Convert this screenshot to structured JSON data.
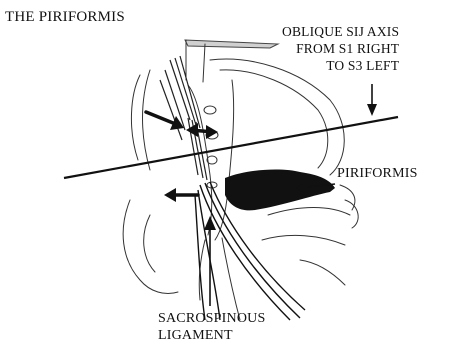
{
  "title": "THE PIRIFORMIS",
  "labels": {
    "oblique_axis": [
      "OBLIQUE SIJ AXIS",
      "FROM S1 RIGHT",
      "TO S3 LEFT"
    ],
    "piriformis": "PIRIFORMIS",
    "sacrospinous": [
      "SACROSPINOUS",
      "LIGAMENT"
    ]
  },
  "colors": {
    "ink": "#111111",
    "background": "#ffffff",
    "shade": "#8a8a8a"
  }
}
